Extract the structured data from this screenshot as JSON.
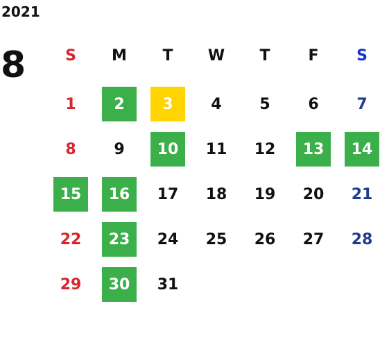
{
  "calendar": {
    "year": "2021",
    "month": "8",
    "weekdays": [
      "S",
      "M",
      "T",
      "W",
      "T",
      "F",
      "S"
    ],
    "weeks": [
      [
        "1",
        "2",
        "3",
        "4",
        "5",
        "6",
        "7"
      ],
      [
        "8",
        "9",
        "10",
        "11",
        "12",
        "13",
        "14"
      ],
      [
        "15",
        "16",
        "17",
        "18",
        "19",
        "20",
        "21"
      ],
      [
        "22",
        "23",
        "24",
        "25",
        "26",
        "27",
        "28"
      ],
      [
        "29",
        "30",
        "31",
        "",
        "",
        "",
        ""
      ]
    ],
    "highlighted_green": [
      "2",
      "10",
      "13",
      "14",
      "15",
      "16",
      "23",
      "30"
    ],
    "highlighted_yellow": [
      "3"
    ],
    "colors": {
      "sunday": "#d8262b",
      "saturday_header": "#1733c9",
      "saturday": "#1f3b8f",
      "weekday": "#111111",
      "green": "#3bb04a",
      "yellow": "#ffd400"
    }
  }
}
